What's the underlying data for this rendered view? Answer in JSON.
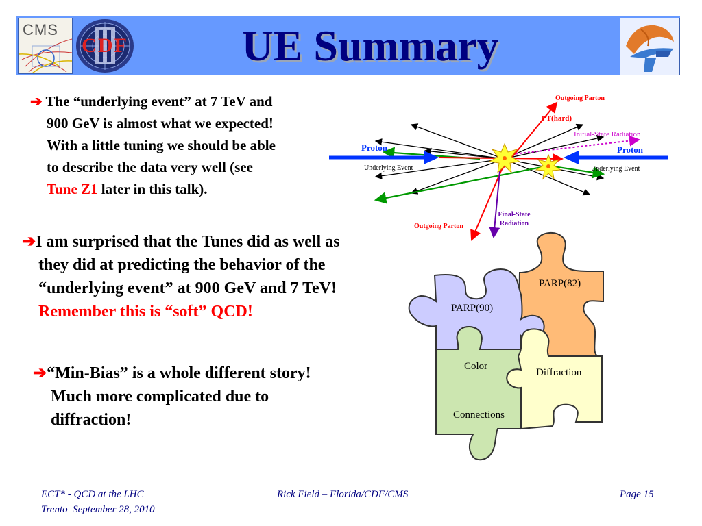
{
  "header": {
    "title": "UE Summary",
    "logo_left_text": "CMS",
    "logo_cdf_text": "CDF"
  },
  "bullets": {
    "b1": {
      "lines": [
        "The “underlying event” at 7 TeV and",
        "900 GeV is almost what we expected!",
        "With a little tuning we should be able",
        "to describe the data very well (see"
      ],
      "red_text": "Tune Z1",
      "tail_text": " later in this talk)."
    },
    "b2": {
      "lines": [
        "I am surprised that the Tunes did as well as",
        "they did at predicting the behavior of the",
        "“underlying event” at 900 GeV and 7 TeV!"
      ],
      "red_line": "Remember this is “soft” QCD!"
    },
    "b3": {
      "lines": [
        "“Min-Bias” is a whole different story!",
        "Much more complicated due to",
        "diffraction!"
      ]
    }
  },
  "diagram": {
    "outgoing_parton_top": "Outgoing Parton",
    "pt_hard": "PT(hard)",
    "initial_state_radiation": "Initial-State Radiation",
    "proton_left": "Proton",
    "proton_right": "Proton",
    "underlying_event_left": "Underlying Event",
    "underlying_event_right": "Underlying Event",
    "final_state_radiation_1": "Final-State",
    "final_state_radiation_2": "Radiation",
    "outgoing_parton_bottom": "Outgoing Parton"
  },
  "puzzle": {
    "parp82": "PARP(82)",
    "parp90": "PARP(90)",
    "color": "Color",
    "connections": "Connections",
    "diffraction": "Diffraction"
  },
  "footer": {
    "left_line1": "ECT* - QCD at the LHC",
    "left_line2": "Trento  September 28, 2010",
    "center": "Rick Field – Florida/CDF/CMS",
    "right": "Page 15"
  },
  "colors": {
    "header_bg": "#6699ff",
    "title": "#000080",
    "accent_red": "#ff0000",
    "footer_text": "#000080",
    "puzzle_lavender": "#ccccff",
    "puzzle_orange": "#ffbb77",
    "puzzle_green": "#cce6b0",
    "puzzle_yellow": "#ffffcc"
  }
}
